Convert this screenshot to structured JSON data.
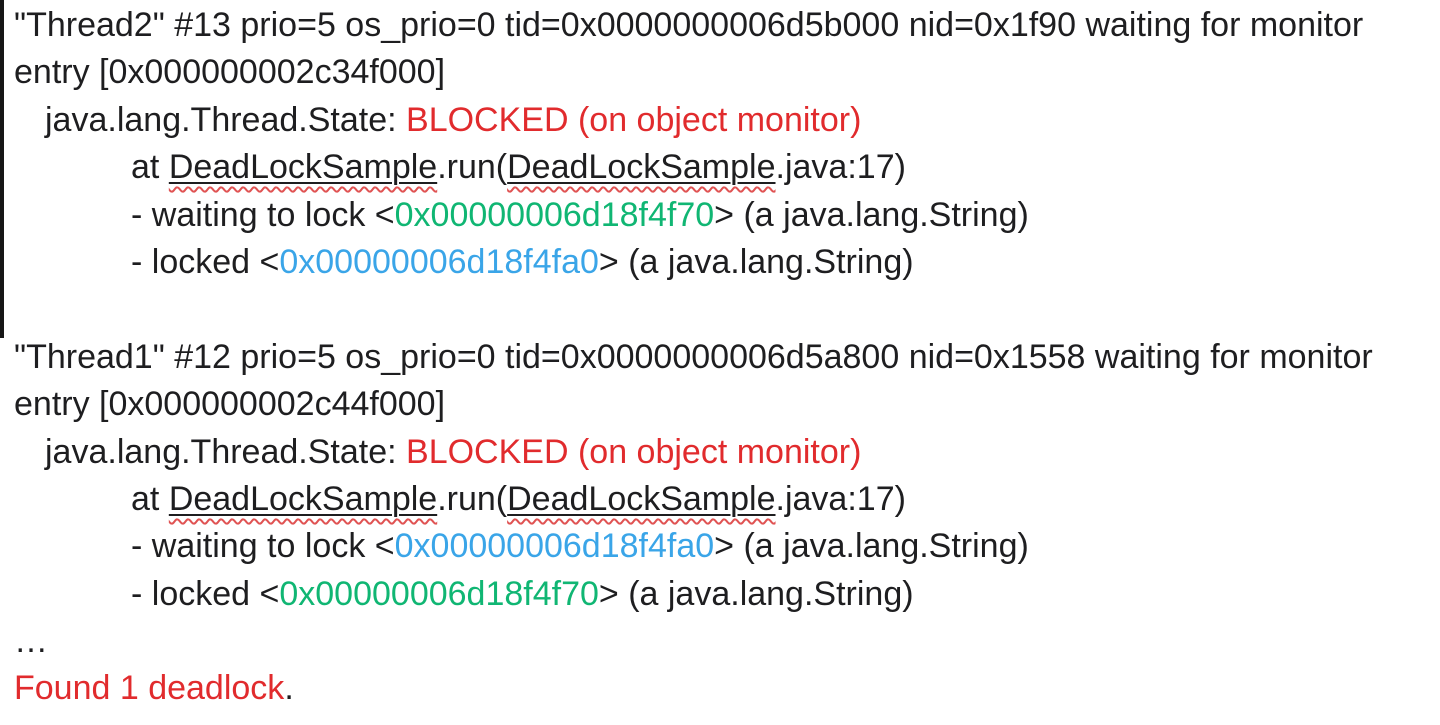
{
  "colors": {
    "text": "#1e1e20",
    "status_red": "#e12b2d",
    "lock_green": "#10b673",
    "lock_blue": "#3aa5e8",
    "squiggle_red": "#e05353",
    "background": "#ffffff"
  },
  "dump": {
    "threads": [
      {
        "name": "Thread2",
        "header_line1": "\"Thread2\" #13 prio=5 os_prio=0 tid=0x0000000006d5b000 nid=0x1f90 waiting for monitor",
        "header_line2": "entry [0x000000002c34f000]",
        "state_label": "java.lang.Thread.State: ",
        "state_value": "BLOCKED (on object monitor)",
        "frame_at": "at ",
        "frame_class": "DeadLockSample",
        "frame_method": ".run(",
        "frame_file": "DeadLockSample",
        "frame_line": ".java:17)",
        "waiting_label": "- waiting to lock <",
        "waiting_address": "0x00000006d18f4f70",
        "waiting_color": "green",
        "waiting_rest": "> (a java.lang.String)",
        "locked_label": "- locked <",
        "locked_address": "0x00000006d18f4fa0",
        "locked_color": "blue",
        "locked_rest": "> (a java.lang.String)"
      },
      {
        "name": "Thread1",
        "header_line1": "\"Thread1\" #12 prio=5 os_prio=0 tid=0x0000000006d5a800 nid=0x1558 waiting for monitor",
        "header_line2": "entry [0x000000002c44f000]",
        "state_label": "java.lang.Thread.State: ",
        "state_value": "BLOCKED (on object monitor)",
        "frame_at": "at ",
        "frame_class": "DeadLockSample",
        "frame_method": ".run(",
        "frame_file": "DeadLockSample",
        "frame_line": ".java:17)",
        "waiting_label": "- waiting to lock <",
        "waiting_address": "0x00000006d18f4fa0",
        "waiting_color": "blue",
        "waiting_rest": "> (a java.lang.String)",
        "locked_label": "- locked <",
        "locked_address": "0x00000006d18f4f70",
        "locked_color": "green",
        "locked_rest": "> (a java.lang.String)"
      }
    ],
    "ellipsis": "…",
    "summary_text": "Found 1 deadlock",
    "summary_period": "."
  }
}
